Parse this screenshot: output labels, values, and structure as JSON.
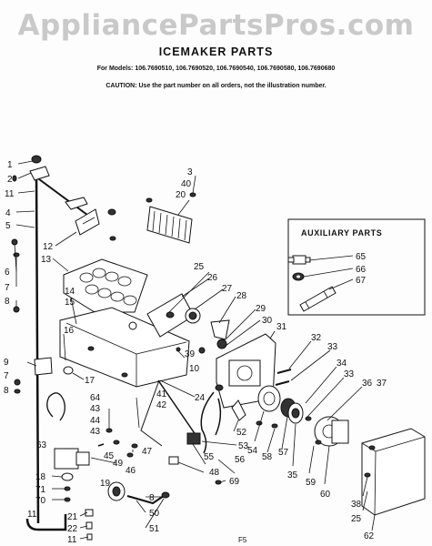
{
  "header": {
    "watermark": "AppliancePartsPros.com",
    "title": "ICEMAKER PARTS",
    "models_line": "For Models: 106.7690510, 106.7690520, 106.7690540, 106.7690580, 106.7690680",
    "caution_line": "CAUTION: Use the part number on all orders, not the illustration number."
  },
  "aux_box": {
    "title": "AUXILIARY PARTS"
  },
  "footer": {
    "code": "F5"
  },
  "callouts": [
    "1",
    "2",
    "11",
    "4",
    "5",
    "6",
    "7",
    "8",
    "3",
    "40",
    "20",
    "12",
    "13",
    "25",
    "26",
    "27",
    "28",
    "29",
    "30",
    "14",
    "15",
    "16",
    "39",
    "10",
    "9",
    "7",
    "8",
    "17",
    "24",
    "31",
    "32",
    "33",
    "34",
    "33",
    "36",
    "37",
    "41",
    "42",
    "64",
    "43",
    "44",
    "43",
    "45",
    "47",
    "46",
    "49",
    "19",
    "18",
    "71",
    "70",
    "11",
    "63",
    "52",
    "53",
    "55",
    "56",
    "48",
    "69",
    "54",
    "58",
    "57",
    "35",
    "59",
    "60",
    "38",
    "25",
    "62",
    "8",
    "50",
    "21",
    "22",
    "11",
    "51",
    "65",
    "66",
    "67"
  ]
}
